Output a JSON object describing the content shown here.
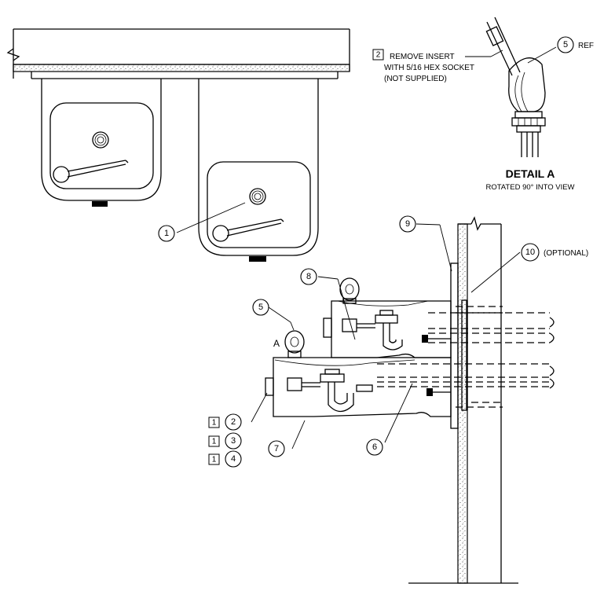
{
  "callouts": {
    "c1": "1",
    "c2": "2",
    "c3": "3",
    "c4": "4",
    "c5_main": "5",
    "c5_detail": "5",
    "c6": "6",
    "c7": "7",
    "c8": "8",
    "c9": "9",
    "c10": "10"
  },
  "note_flags": {
    "f2": "1",
    "f3": "1",
    "f4": "1",
    "detail": "2"
  },
  "labels": {
    "ref": "REF",
    "optional": "(OPTIONAL)",
    "detail_marker": "A",
    "remove_insert_1": "REMOVE INSERT",
    "remove_insert_2": "WITH 5/16 HEX SOCKET",
    "remove_insert_3": "(NOT SUPPLIED)",
    "detail_title": "DETAIL A",
    "detail_subtitle": "ROTATED 90° INTO VIEW"
  },
  "colors": {
    "line": "#000000",
    "background": "#ffffff"
  }
}
